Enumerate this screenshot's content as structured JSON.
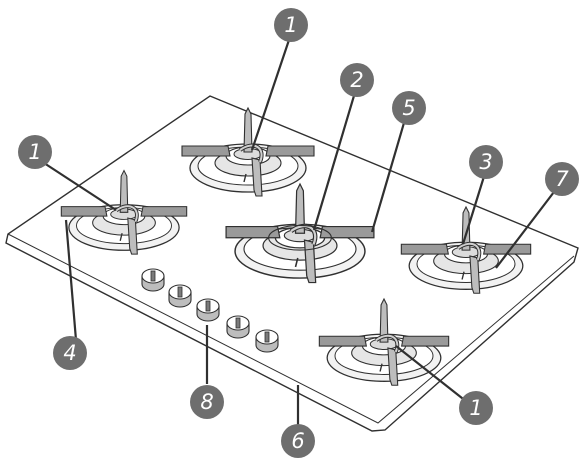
{
  "diagram": {
    "callouts": [
      {
        "id": "burner-top",
        "number": "1"
      },
      {
        "id": "burner-left",
        "number": "1"
      },
      {
        "id": "burner-front",
        "number": "1"
      },
      {
        "id": "center-burner",
        "number": "2"
      },
      {
        "id": "right-burner",
        "number": "3"
      },
      {
        "id": "pan-support",
        "number": "4"
      },
      {
        "id": "center-support",
        "number": "5"
      },
      {
        "id": "glass-surface",
        "number": "6"
      },
      {
        "id": "right-support",
        "number": "7"
      },
      {
        "id": "control-knobs",
        "number": "8"
      }
    ],
    "colors": {
      "outline": "#303030",
      "badge_fill": "#6e6e6e",
      "badge_text": "#ffffff",
      "grate": "#9a9a9a",
      "glass": "#ffffff"
    }
  }
}
